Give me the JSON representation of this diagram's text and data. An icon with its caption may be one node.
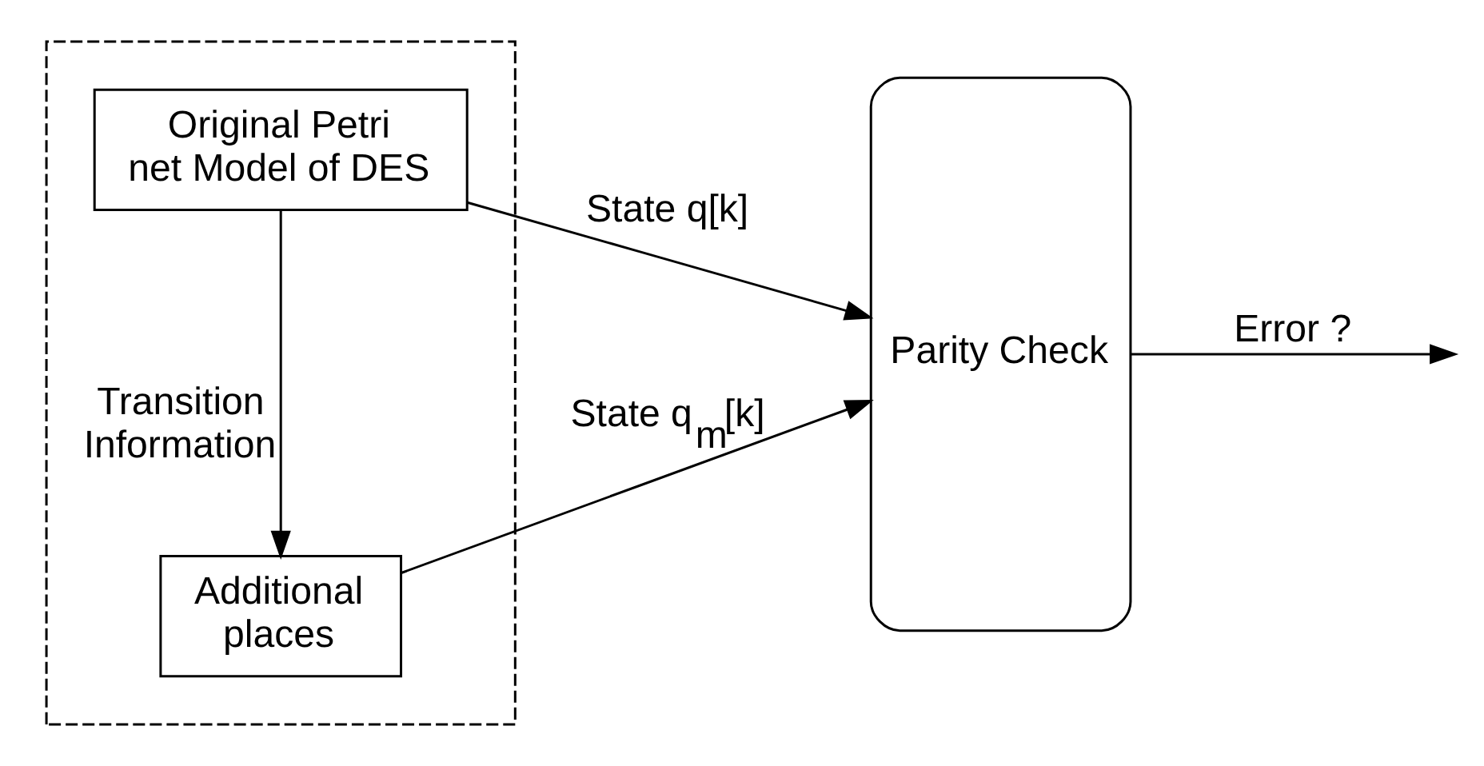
{
  "diagram": {
    "nodes": [
      {
        "text": [],
        "shape": "box"
      },
      {
        "text": [
          "Original Petri net Model of DES"
        ],
        "in": 0
      },
      {
        "text": [
          "Additional places"
        ],
        "in": 0
      },
      {
        "text": [
          "Parity Check"
        ]
      }
    ],
    "edges": [
      {
        "from": 1,
        "to": 2,
        "arrow": "to",
        "label": "Transition Information"
      },
      {
        "from": 1,
        "to": 3,
        "arrow": "to",
        "label": "State q[k]"
      },
      {
        "from": 2,
        "to": 3,
        "arrow": "to",
        "label": "State q$_{m}$[k]"
      },
      {
        "from": 3,
        "to": null,
        "arrow": "to",
        "label": "Error ?"
      }
    ]
  }
}
